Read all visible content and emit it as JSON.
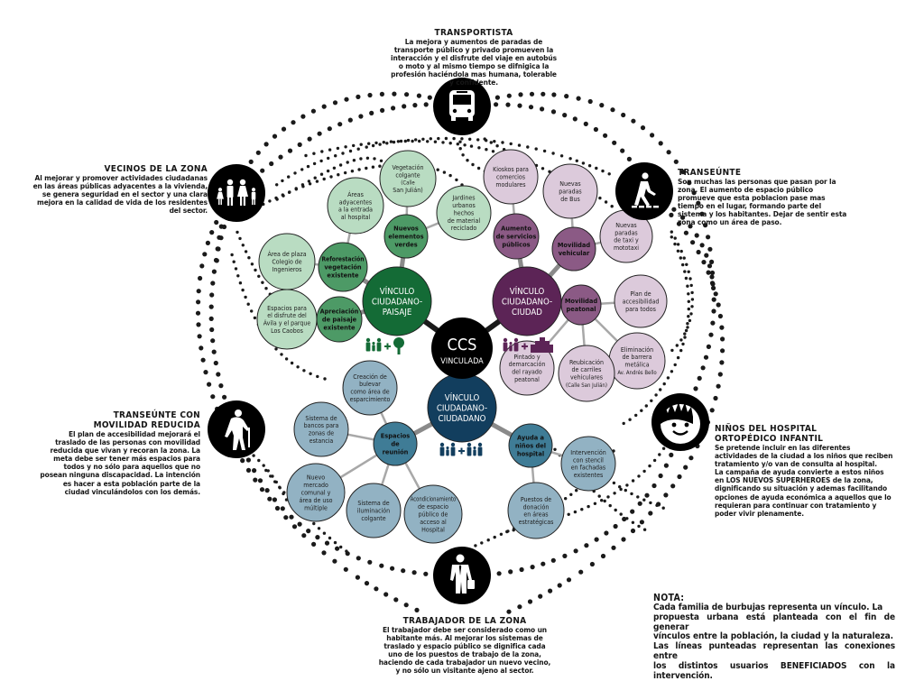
{
  "users": {
    "transportista": {
      "title": "TRANSPORTISTA",
      "lines": [
        "La mejora y aumentos de paradas de",
        "transporte público y privado promueven la",
        "interacción y el disfrute del viaje en autobús",
        "o moto y al mismo tiempo se difnigica la",
        "profesión haciéndola mas humana, tolerable",
        "y confidente."
      ],
      "icon": "bus-icon"
    },
    "vecinos": {
      "title": "VECINOS DE LA ZONA",
      "lines": [
        "Al mejorar y promover actividades ciudadanas",
        "en las áreas públicas adyacentes a la vivienda,",
        "se genera seguridad en el sector y una clara",
        "mejora en la calidad de vida de los residentes",
        "del sector."
      ],
      "icon": "family-icon"
    },
    "transeunte": {
      "title": "TRANSEÚNTE",
      "lines": [
        "Son muchas las personas que pasan por la",
        "zona. El aumento de espacio público",
        "promueve que esta poblacion pase mas",
        "tiempo en el lugar, formando parte del",
        "sistema y los habitantes. Dejar de sentir esta",
        "zona como un área de paso."
      ],
      "icon": "pedestrian-icon"
    },
    "movilidad_reducida": {
      "title_lines": [
        "TRANSEÚNTE CON",
        "MOVILIDAD REDUCIDA"
      ],
      "lines": [
        "El plan de accesibilidad mejorará el",
        "traslado de las personas con movilidad",
        "reducida que vivan y recoran la zona. La",
        "meta debe ser tener más espacios para",
        "todos y no sólo para aquellos que no",
        "posean ninguna discapacidad. La intención",
        "es hacer a esta población parte de la",
        "ciudad vinculándolos con los demás."
      ],
      "icon": "elderly-cane-icon"
    },
    "ninos": {
      "title_lines": [
        "NIÑOS DEL HOSPITAL",
        "ORTOPÉDICO INFANTIL"
      ],
      "lines": [
        "Se pretende incluir en las diferentes",
        "actividades de la ciudad a los niños que reciben",
        "tratamiento y/o van de consulta al hospital.",
        "La campaña de ayuda convierte a estos niños",
        "en LOS NUEVOS SUPERHEROES de la zona,",
        "dignificando su situación y ademas facilitando",
        "opciones de ayuda económica a aquellos que lo",
        "requieran para continuar con tratamiento y",
        "poder vivir plenamente."
      ],
      "icon": "child-face-icon"
    },
    "trabajador": {
      "title": "TRABAJADOR DE LA ZONA",
      "lines": [
        "El trabajador debe ser considerado como un",
        "habitante más. Al mejorar los sistemas de",
        "traslado y espacio público se dignifica cada",
        "uno de los puestos de trabajo de la zona,",
        "haciendo de cada trabajador un nuevo vecino,",
        "y no sólo un visitante ajeno al sector."
      ],
      "icon": "worker-briefcase-icon"
    }
  },
  "nota": {
    "title": "NOTA:",
    "lines": [
      "Cada familia de burbujas representa un vínculo. La",
      "propuesta urbana está planteada con el fin de generar",
      "vínculos entre la población, la ciudad y la naturaleza.",
      "Las líneas punteadas representan las conexiones entre",
      "los distintos usuarios BENEFICIADOS con la",
      "intervención."
    ]
  },
  "center": {
    "lines": [
      "CCS",
      "VINCULADA"
    ],
    "color": "#000000"
  },
  "families": {
    "paisaje": {
      "lines": [
        "VÍNCULO",
        "CIUDADANO-",
        "PAISAJE"
      ],
      "color": "#146b36",
      "mid_color": "#4d9a66",
      "leaf_color": "#b9dcc2",
      "icon": "people-plus-tree-icon",
      "subs": [
        {
          "lines": [
            "Nuevos",
            "elementos",
            "verdes"
          ],
          "leaves": [
            {
              "lines": [
                "Vegetación",
                "colgante",
                "(Calle",
                "San Julián)"
              ]
            },
            {
              "lines": [
                "Jardines",
                "urbanos",
                "hechos",
                "de material",
                "reciclado"
              ]
            }
          ]
        },
        {
          "lines": [
            "Reforestación",
            "vegetación",
            "existente"
          ],
          "leaves": [
            {
              "lines": [
                "Áreas",
                "adyacentes",
                "a la entrada",
                "al hospital"
              ]
            },
            {
              "lines": [
                "Área de plaza",
                "Colegio de",
                "Ingenieros"
              ]
            }
          ]
        },
        {
          "lines": [
            "Apreciación",
            "de paisaje",
            "existente"
          ],
          "leaves": [
            {
              "lines": [
                "Espacios para",
                "el disfrute del",
                "Ávila y el parque",
                "Los Caobos"
              ]
            }
          ]
        }
      ]
    },
    "ciudad": {
      "lines": [
        "VÍNCULO",
        "CIUDADANO-",
        "CIUDAD"
      ],
      "color": "#5c2456",
      "mid_color": "#8b5a85",
      "leaf_color": "#dccadb",
      "icon": "people-plus-buildings-icon",
      "subs": [
        {
          "lines": [
            "Aumento",
            "de servicios",
            "públicos"
          ],
          "leaves": [
            {
              "lines": [
                "Kioskos para",
                "comercios",
                "modulares"
              ]
            }
          ]
        },
        {
          "lines": [
            "Movilidad",
            "vehicular"
          ],
          "leaves": [
            {
              "lines": [
                "Nuevas",
                "paradas",
                "de Bus"
              ]
            },
            {
              "lines": [
                "Nuevas",
                "paradas",
                "de taxi y",
                "mototaxi"
              ]
            }
          ]
        },
        {
          "lines": [
            "Movilidad",
            "peatonal"
          ],
          "leaves": [
            {
              "lines": [
                "Plan de",
                "accesibilidad",
                "para todos"
              ]
            },
            {
              "lines": [
                "Eliminación",
                "de barrera",
                "metálica",
                "Av. Andrés Bello"
              ]
            },
            {
              "lines": [
                "Reubicación",
                "de carriles",
                "vehiculares",
                "(Calle San Julián)"
              ]
            },
            {
              "lines": [
                "Pintado y",
                "demarcación",
                "del rayado",
                "peatonal"
              ]
            }
          ]
        }
      ]
    },
    "ciudadano": {
      "lines": [
        "VÍNCULO",
        "CIUDADANO-",
        "CIUDADANO"
      ],
      "color": "#123e5e",
      "mid_color": "#3f7c96",
      "leaf_color": "#92b2c3",
      "icon": "people-plus-people-icon",
      "subs": [
        {
          "lines": [
            "Espacios",
            "de",
            "reunión"
          ],
          "leaves": [
            {
              "lines": [
                "Creación de",
                "bulevar",
                "como área de",
                "esparcimiento"
              ]
            },
            {
              "lines": [
                "Sistema de",
                "bancos para",
                "zonas de",
                "estancia"
              ]
            },
            {
              "lines": [
                "Nuevo",
                "mercado",
                "comunal y",
                "área de uso",
                "múltiple"
              ]
            },
            {
              "lines": [
                "Sistema de",
                "iluminación",
                "colgante"
              ]
            },
            {
              "lines": [
                "Acondicionamiento",
                "de espacio",
                "público de",
                "acceso al",
                "Hospital"
              ]
            }
          ]
        },
        {
          "lines": [
            "Ayuda a",
            "niños del",
            "hospital"
          ],
          "leaves": [
            {
              "lines": [
                "Intervención",
                "con stencil",
                "en fachadas",
                "existentes"
              ]
            },
            {
              "lines": [
                "Puestos de",
                "donación",
                "en áreas",
                "estratégicas"
              ]
            }
          ]
        }
      ]
    }
  },
  "colors": {
    "dots": "#1a1a1a",
    "connector": "#a8a8a8",
    "user_circle": "#000000",
    "text": "#161616"
  }
}
